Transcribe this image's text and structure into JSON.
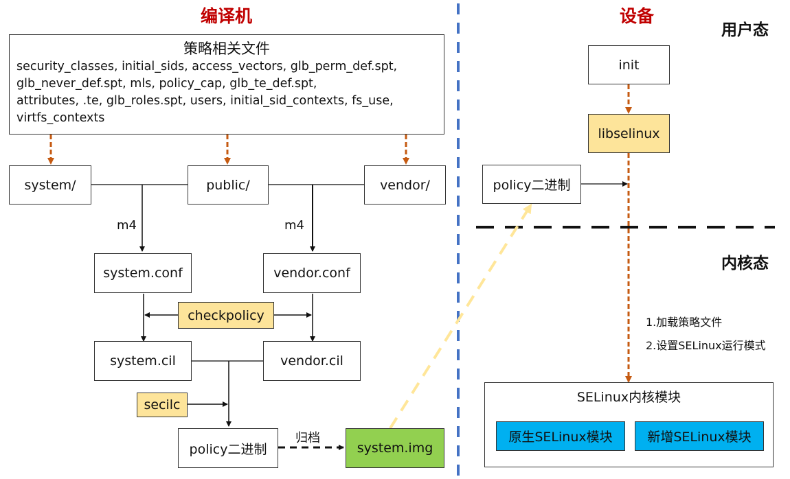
{
  "sections": {
    "compiler": "编译机",
    "device": "设备",
    "user_mode": "用户态",
    "kernel_mode": "内核态"
  },
  "compiler": {
    "policy_files": {
      "title": "策略相关文件",
      "lines": [
        "security_classes, initial_sids, access_vectors, glb_perm_def.spt,",
        "glb_never_def.spt, mls, policy_cap, glb_te_def.spt,",
        "attributes, .te, glb_roles.spt, users, initial_sid_contexts, fs_use,",
        "virtfs_contexts"
      ]
    },
    "dirs": [
      "system/",
      "public/",
      "vendor/"
    ],
    "m4_left": "m4",
    "m4_right": "m4",
    "system_conf": "system.conf",
    "vendor_conf": "vendor.conf",
    "checkpolicy": "checkpolicy",
    "system_cil": "system.cil",
    "vendor_cil": "vendor.cil",
    "secilc": "secilc",
    "policy_binary": "policy二进制",
    "archive_label": "归档",
    "system_img": "system.img"
  },
  "device": {
    "init": "init",
    "libselinux": "libselinux",
    "policy_binary": "policy二进制",
    "step1": "1.加载策略文件",
    "step2": "2.设置SELinux运行模式",
    "kernel_module": "SELinux内核模块",
    "native_module": "原生SELinux模块",
    "new_module": "新增SELinux模块"
  },
  "colors": {
    "title_red": "#c00000",
    "orange_arrow": "#c55a11",
    "divider_blue": "#4472c4",
    "yellow_fill": "#fde49a",
    "green_fill": "#92d050",
    "blue_fill": "#00b0f0",
    "archive_dash": "#ffe699"
  }
}
